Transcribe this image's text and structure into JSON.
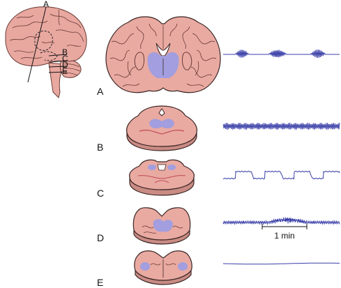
{
  "labels": {
    "top_cut": "A",
    "side_cuts": [
      "B",
      "C",
      "D",
      "E"
    ],
    "sections": [
      "A",
      "B",
      "C",
      "D",
      "E"
    ],
    "scale_bar": "1 min"
  },
  "colors": {
    "tissue": "#e9aaa2",
    "tissue_dark": "#c98b84",
    "lesion": "#9a9ce6",
    "trace": "#3a3fa8"
  }
}
